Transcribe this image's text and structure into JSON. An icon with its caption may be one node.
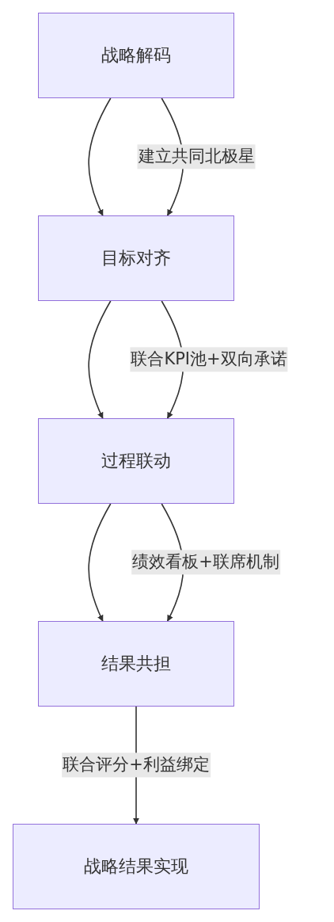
{
  "diagram": {
    "nodes": [
      {
        "text": [
          "战略解码"
        ]
      },
      {
        "text": [
          "目标对齐"
        ]
      },
      {
        "text": [
          "过程联动"
        ]
      },
      {
        "text": [
          "结果共担"
        ]
      },
      {
        "text": [
          "战略结果实现"
        ]
      }
    ],
    "edges": [
      {
        "from": 0,
        "to": 1,
        "arrow": "to"
      },
      {
        "from": 0,
        "to": 1,
        "arrow": "to",
        "label": "建立共同北极星"
      },
      {
        "from": 1,
        "to": 2,
        "arrow": "to"
      },
      {
        "from": 1,
        "to": 2,
        "arrow": "to",
        "label": "联合KPI池+双向承诺"
      },
      {
        "from": 2,
        "to": 3,
        "arrow": "to"
      },
      {
        "from": 2,
        "to": 3,
        "arrow": "to",
        "label": "绩效看板+联席机制"
      },
      {
        "from": 3,
        "to": 4,
        "arrow": "to",
        "label": "联合评分+利益绑定"
      }
    ]
  }
}
